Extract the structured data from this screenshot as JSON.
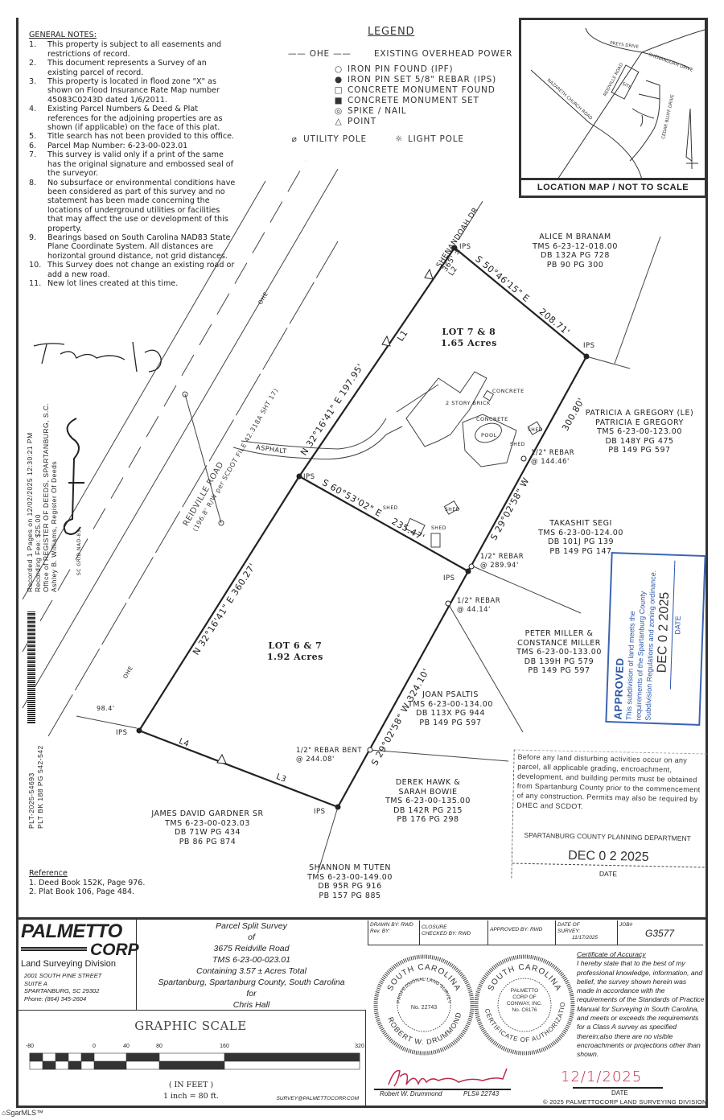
{
  "general_notes": {
    "heading": "GENERAL NOTES:",
    "items": [
      {
        "n": "1.",
        "t": "This property is subject to all easements and restrictions of record."
      },
      {
        "n": "2.",
        "t": "This document represents a Survey of an existing parcel of record."
      },
      {
        "n": "3.",
        "t": "This property is located in flood zone \"X\" as shown on Flood Insurance Rate Map number 45083C0243D dated 1/6/2011."
      },
      {
        "n": "4.",
        "t": "Existing Parcel Numbers & Deed & Plat references for the adjoining properties are as shown (if applicable) on the face of this plat."
      },
      {
        "n": "5.",
        "t": "Title search has not been provided to this office."
      },
      {
        "n": "6.",
        "t": "Parcel Map Number: 6-23-00-023.01"
      },
      {
        "n": "7.",
        "t": "This survey is valid only if a print of the same has the original signature and embossed seal of the surveyor."
      },
      {
        "n": "8.",
        "t": "No subsurface or environmental conditions have been considered as part of this survey and no statement has been made concerning the locations of underground utilities or facilities that may affect the use or development of this property."
      },
      {
        "n": "9.",
        "t": "Bearings based on South Carolina NAD83 State Plane Coordinate System. All distances are horizontal ground distance, not grid distances."
      },
      {
        "n": "10.",
        "t": "This Survey does not change an existing road or add a new road."
      },
      {
        "n": "11.",
        "t": "New lot lines created at this time."
      }
    ]
  },
  "legend": {
    "title": "LEGEND",
    "ohe": "OHE",
    "items": [
      {
        "icon": "overhead-power-line",
        "label": "EXISTING OVERHEAD POWER"
      },
      {
        "icon": "○",
        "label": "IRON PIN FOUND (IPF)"
      },
      {
        "icon": "●",
        "label": "IRON PIN SET 5/8\" REBAR (IPS)"
      },
      {
        "icon": "□",
        "label": "CONCRETE MONUMENT FOUND"
      },
      {
        "icon": "■",
        "label": "CONCRETE MONUMENT SET"
      },
      {
        "icon": "◎",
        "label": "SPIKE / NAIL"
      },
      {
        "icon": "△",
        "label": "POINT"
      },
      {
        "icon": "⌀",
        "label": "UTILITY POLE"
      },
      {
        "icon": "☼",
        "label": "LIGHT POLE"
      }
    ]
  },
  "location_map": {
    "caption": "LOCATION MAP / NOT TO SCALE",
    "roads": [
      "PREYS DRIVE",
      "SHENANDOAH DRIVE",
      "REIDVILLE ROAD",
      "NAZARETH CHURCH ROAD",
      "CEDAR BLUFF DRIVE"
    ],
    "site": "SITE"
  },
  "recording": {
    "lines": [
      "Recorded 1 Pages on 12/02/2025 12:30:21 PM",
      "Recording Fee: $25.00",
      "Office of REGISTER OF DEEDS, SPARTANBURG, S.C.",
      "Ashley B. Williams, Register Of Deeds"
    ],
    "plt": "PLT-2025-54693",
    "book": "PLT BK 188 PG 542-542",
    "grid": "SC GRID NAD-83"
  },
  "plat": {
    "lots": [
      {
        "name": "LOT 7 & 8",
        "area": "1.65 Acres"
      },
      {
        "name": "LOT 6 & 7",
        "area": "1.92 Acres"
      }
    ],
    "bearings": {
      "ne": "S 50°46'15\" E",
      "ne_dist": "208.71'",
      "east_upper": "300.80'",
      "east_upper_b": "S 29°02'58\" W",
      "mid": "S 60°53'02\" E",
      "mid_dist": "235.47'",
      "west_upper": "N 32°16'41\" E  197.95'",
      "west_lower": "N 32°16'41\" E  360.27'",
      "east_lower": "S 29°02'58\" W  324.10'"
    },
    "segments": {
      "l1": "L1",
      "l2": "L2",
      "l3": "L3",
      "l4": "L4"
    },
    "ips": "IPS",
    "rebars": [
      {
        "l": "1/2\" REBAR",
        "d": "@ 144.46'"
      },
      {
        "l": "1/2\" REBAR",
        "d": "@ 289.94'"
      },
      {
        "l": "1/2\" REBAR",
        "d": "@ 44.14'"
      },
      {
        "l": "1/2\" REBAR BENT",
        "d": "@ 244.08'"
      }
    ],
    "road": {
      "name": "REIDVILLE ROAD",
      "row": "(196.8' R/W per SCDOT FILE 42.318A SHT 17)",
      "ohe": "OHE",
      "asphalt": "ASPHALT",
      "dist": "98.4'"
    },
    "shenandoah": {
      "name": "SHENANDOAH DR",
      "dist": "365' ±"
    },
    "features": {
      "house": "2 STORY BRICK",
      "concrete": "CONCRETE",
      "pool": "POOL",
      "shed": "SHED"
    },
    "owners": [
      {
        "name": "ALICE M BRANAM",
        "lines": [
          "TMS 6-23-12-018.00",
          "DB 132A PG 728",
          "PB 90 PG 300"
        ]
      },
      {
        "name": "PATRICIA A GREGORY (LE)",
        "lines": [
          "PATRICIA E GREGORY",
          "TMS 6-23-00-123.00",
          "DB 148Y PG 475",
          "PB 149 PG 597"
        ]
      },
      {
        "name": "TAKASHIT SEGI",
        "lines": [
          "TMS 6-23-00-124.00",
          "DB 101J PG 139",
          "PB 149 PG 147"
        ]
      },
      {
        "name": "PETER MILLER &",
        "lines": [
          "CONSTANCE MILLER",
          "TMS 6-23-00-133.00",
          "DB 139H PG 579",
          "PB 149 PG 597"
        ]
      },
      {
        "name": "JOAN PSALTIS",
        "lines": [
          "TMS 6-23-00-134.00",
          "DB 113X PG 944",
          "PB 149 PG 597"
        ]
      },
      {
        "name": "DEREK HAWK &",
        "lines": [
          "SARAH BOWIE",
          "TMS 6-23-00-135.00",
          "DB 142R PG 215",
          "PB 176 PG 298"
        ]
      },
      {
        "name": "JAMES DAVID GARDNER SR",
        "lines": [
          "TMS 6-23-00-023.03",
          "DB 71W PG 434",
          "PB 86 PG 874"
        ]
      },
      {
        "name": "SHANNON M TUTEN",
        "lines": [
          "TMS 6-23-00-149.00",
          "DB 95R PG 916",
          "PB 157 PG 885"
        ]
      }
    ]
  },
  "approved_stamp": {
    "title": "APPROVED",
    "lines": [
      "This subdivision of land meets the",
      "requirements of the Spartanburg County",
      "Subdivision Regulations and zoning ordinance."
    ],
    "date": "DEC 0 2 2025",
    "date_label": "DATE",
    "color": "#2a56a8"
  },
  "planning_stamp": {
    "text": "Before any land disturbing activities occur on any parcel, all applicable grading, encroachment, development, and building permits must be obtained from Spartanburg County prior to the commencement of any construction. Permits may also be required by DHEC and SCDOT.",
    "dept": "SPARTANBURG COUNTY PLANNING DEPARTMENT",
    "date": "DEC 0 2 2025",
    "date_label": "DATE"
  },
  "reference": {
    "heading": "Reference",
    "items": [
      "1.   Deed Book 152K, Page 976.",
      "2.   Plat Book 106, Page 484."
    ]
  },
  "title_block": {
    "company": "PALMETTO",
    "company2": "CORP",
    "division": "Land Surveying Division",
    "address": [
      "2001 SOUTH PINE STREET",
      "SUITE A",
      "SPARTANBURG, SC 29302",
      "Phone: (864) 345-2604"
    ],
    "survey": [
      "Parcel Split Survey",
      "of",
      "3675 Reidville Road",
      "TMS  6-23-00-023.01",
      "Containing 3.57 ± Acres Total",
      "Spartanburg, Spartanburg County, South Carolina",
      "for",
      "Chris Hall"
    ],
    "drawn_by": "DRAWN BY:  RWD",
    "rev_by": "Rev. BY:",
    "closure": "CLOSURE",
    "checked_by": "CHECKED BY:  RWD",
    "approved_by": "APPROVED BY: RWD",
    "date_of_survey": "DATE OF SURVEY:",
    "survey_date": "11/17/2025",
    "job_label": "JOB#",
    "job": "G3577",
    "scale": {
      "title": "GRAPHIC SCALE",
      "ticks": [
        "-80",
        "0",
        "40",
        "80",
        "160",
        "320"
      ],
      "unit": "( IN FEET )",
      "ratio": "1 inch =  80   ft."
    },
    "email": "SURVEY@PALMETTOCORP.COM",
    "seal1": {
      "outer": "SOUTH CAROLINA",
      "inner": "PROFESSIONAL LAND SURVEYOR",
      "no": "No. 22743",
      "name": "ROBERT W. DRUMMOND"
    },
    "seal2": {
      "outer": "SOUTH CAROLINA",
      "ring": "CERTIFICATE OF AUTHORIZATION",
      "center": [
        "PALMETTO",
        "CORP OF",
        "CONWAY, INC.",
        "No. C6176"
      ]
    },
    "certificate_title": "Certificate of Accuracy",
    "certificate": "I hereby state that to the best of my professional knowledge, information, and belief, the survey shown herein was made in accordance with the requirements of the Standards of Practice Manual for Surveying in South Carolina, and meets or exceeds the requirements for a Class A survey as specified therein;also there are no visible encroachments or projections other than shown.",
    "surveyor": "Robert W. Drummond",
    "pls": "PLS# 22743",
    "sign_date": "12/1/2025",
    "date_label": "DATE",
    "copyright": "©  2025   PALMETTOCORP  LAND  SURVEYING  DIVISION",
    "signature_color": "#c0284a"
  },
  "watermark": "SgarMLS™"
}
